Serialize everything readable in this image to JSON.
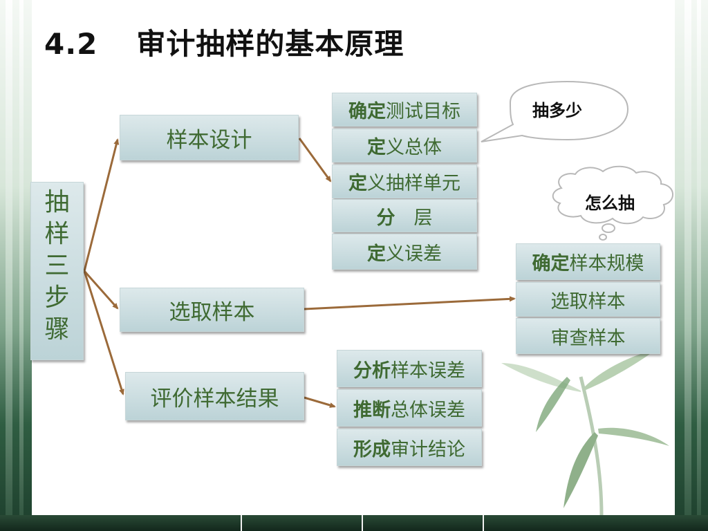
{
  "slide": {
    "title_number": "4.2",
    "title_text": "审计抽样的基本原理"
  },
  "root": {
    "chars": [
      "抽",
      "样",
      "三",
      "步",
      "骤"
    ]
  },
  "steps": [
    {
      "label": "样本设计",
      "items": [
        {
          "bold": "确定",
          "rest": "测试目标"
        },
        {
          "bold": "定",
          "rest": "义总体"
        },
        {
          "bold": "定",
          "rest": "义抽样单元"
        },
        {
          "bold": "分",
          "rest": "　层"
        },
        {
          "bold": "定",
          "rest": "义误差"
        }
      ]
    },
    {
      "label": "选取样本",
      "items": [
        {
          "bold": "确定",
          "rest": "样本规模"
        },
        {
          "bold": "",
          "rest": "选取样本"
        },
        {
          "bold": "",
          "rest": "审查样本"
        }
      ]
    },
    {
      "label": "评价样本结果",
      "items": [
        {
          "bold": "分析",
          "rest": "样本误差"
        },
        {
          "bold": "推断",
          "rest": "总体误差"
        },
        {
          "bold": "形成",
          "rest": "审计结论"
        }
      ]
    }
  ],
  "callouts": {
    "speech": "抽多少",
    "thought": "怎么抽"
  },
  "colors": {
    "box_text": "#3f6a32",
    "arrow": "#9b6a3a",
    "box_fill": "#c9dcdf"
  }
}
